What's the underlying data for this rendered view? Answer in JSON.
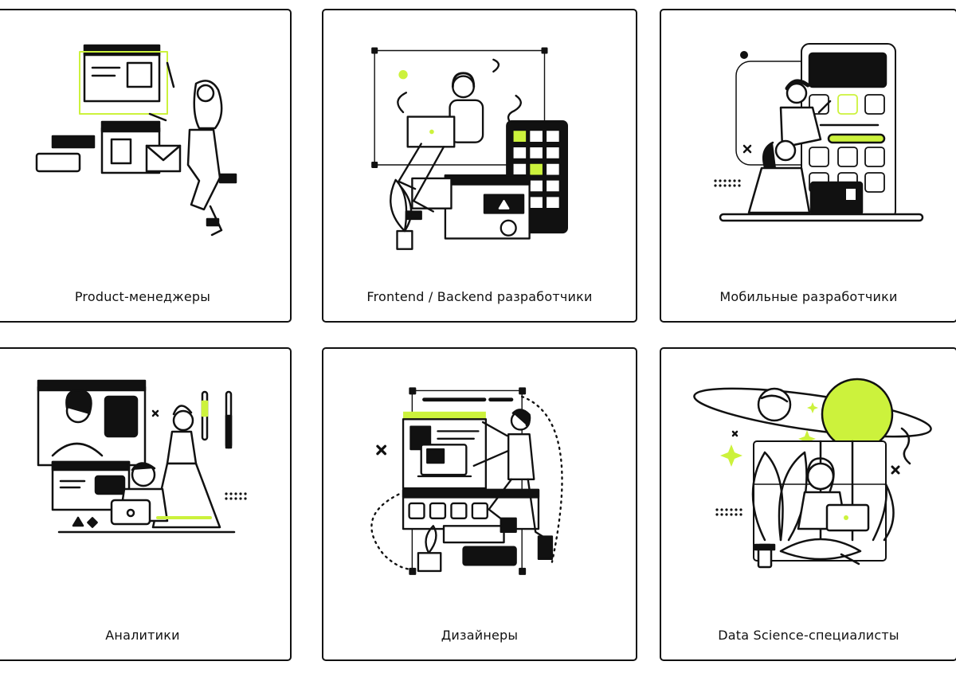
{
  "accent_color": "#ccf23c",
  "ink_color": "#111111",
  "cards": [
    {
      "label": "Product-менеджеры",
      "illustration": "person-window-envelope-illustration"
    },
    {
      "label": "Frontend / Backend разработчики",
      "illustration": "developer-laptop-headphones-illustration"
    },
    {
      "label": "Мобильные разработчики",
      "illustration": "mobile-app-team-illustration"
    },
    {
      "label": "Аналитики",
      "illustration": "analytics-team-illustration"
    },
    {
      "label": "Дизайнеры",
      "illustration": "designer-layout-illustration"
    },
    {
      "label": "Data Science-специалисты",
      "illustration": "data-scientist-planet-illustration"
    }
  ]
}
